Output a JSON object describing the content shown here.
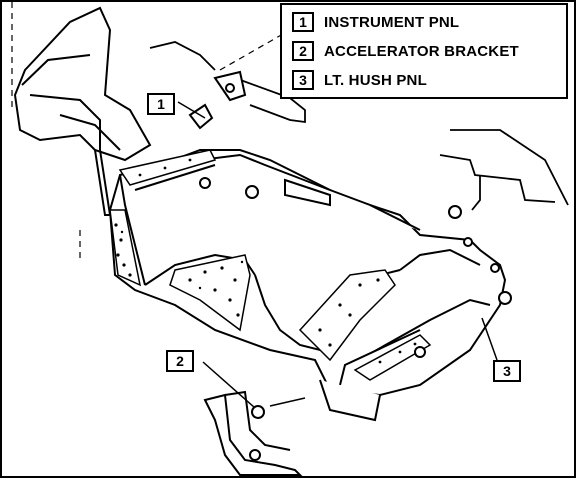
{
  "legend": {
    "items": [
      {
        "number": "1",
        "label": "INSTRUMENT PNL"
      },
      {
        "number": "2",
        "label": "ACCELERATOR BRACKET"
      },
      {
        "number": "3",
        "label": "LT. HUSH PNL"
      }
    ]
  },
  "callouts": {
    "c1": "1",
    "c2": "2",
    "c3": "3"
  }
}
